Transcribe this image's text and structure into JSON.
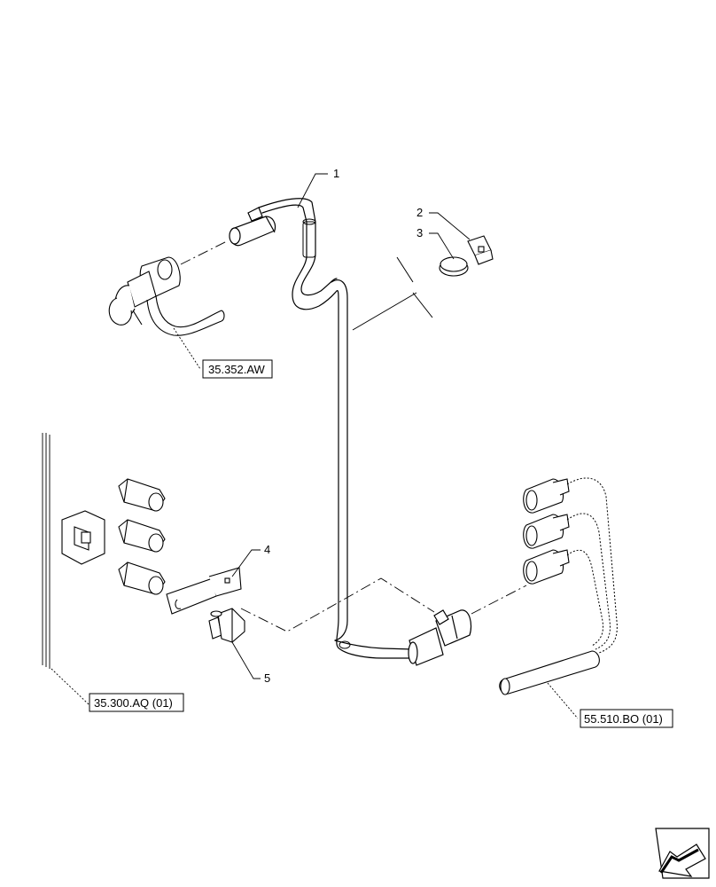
{
  "callouts": [
    {
      "id": "1",
      "label": "1"
    },
    {
      "id": "2",
      "label": "2"
    },
    {
      "id": "3",
      "label": "3"
    },
    {
      "id": "4",
      "label": "4"
    },
    {
      "id": "5",
      "label": "5"
    }
  ],
  "references": {
    "top_left": "35.352.AW",
    "bottom_left": "35.300.AQ (01)",
    "bottom_right": "55.510.BO (01)"
  },
  "nav_icon": "arrow-previous-icon"
}
